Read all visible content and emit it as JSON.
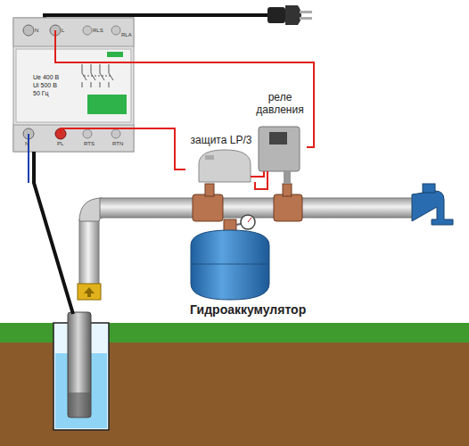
{
  "diagram": {
    "nodes": [
      {
        "text": [
          "Ue 400 В",
          "Ui 500 В",
          "50 Гц"
        ]
      },
      {
        "text": [
          "защита LP/3"
        ]
      },
      {
        "text": [
          "реле давления"
        ]
      },
      {
        "text": [
          "Гидроаккумулятор"
        ]
      }
    ],
    "edges": [
      {
        "from": 0,
        "to": 2,
        "arrow": "none"
      },
      {
        "from": 0,
        "to": 1,
        "arrow": "none"
      }
    ],
    "labels": [
      "N",
      "L",
      "RLS",
      "RLA",
      "N",
      "PL",
      "RTS",
      "RTN"
    ]
  }
}
